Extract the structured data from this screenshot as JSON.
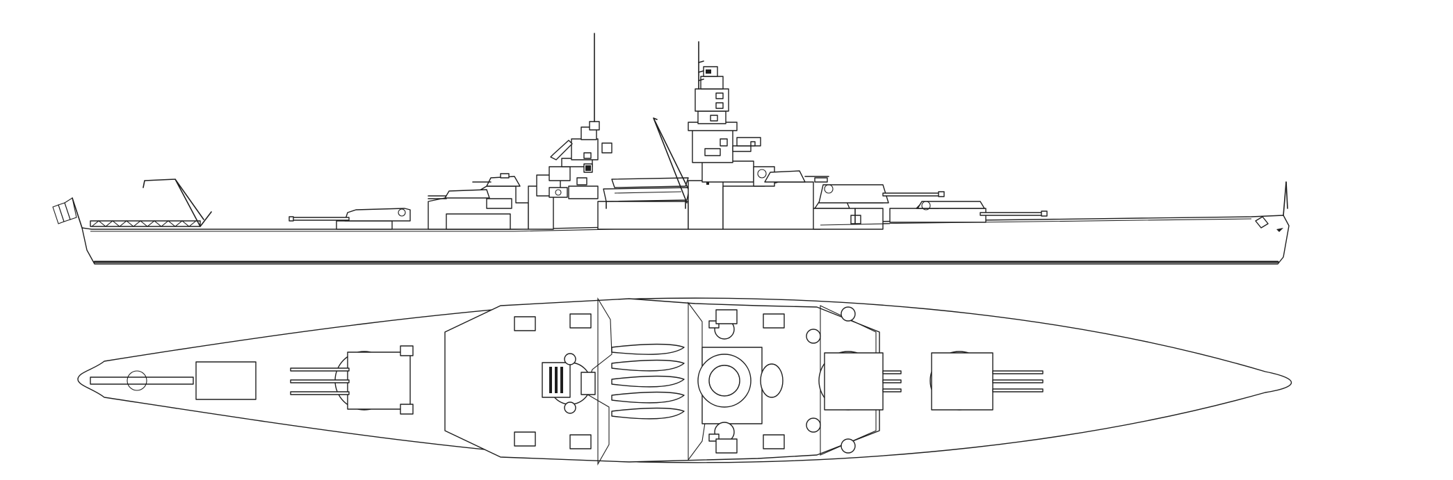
{
  "drawing": {
    "colors": {
      "line": "#1e1e1e",
      "background": "#ffffff",
      "flag_blue": "#1e3a8a",
      "flag_white": "#ffffff",
      "flag_red": "#c41e1e"
    },
    "views": [
      "profile",
      "plan"
    ],
    "main_turrets": 3,
    "guns_per_main_turret": 3
  }
}
